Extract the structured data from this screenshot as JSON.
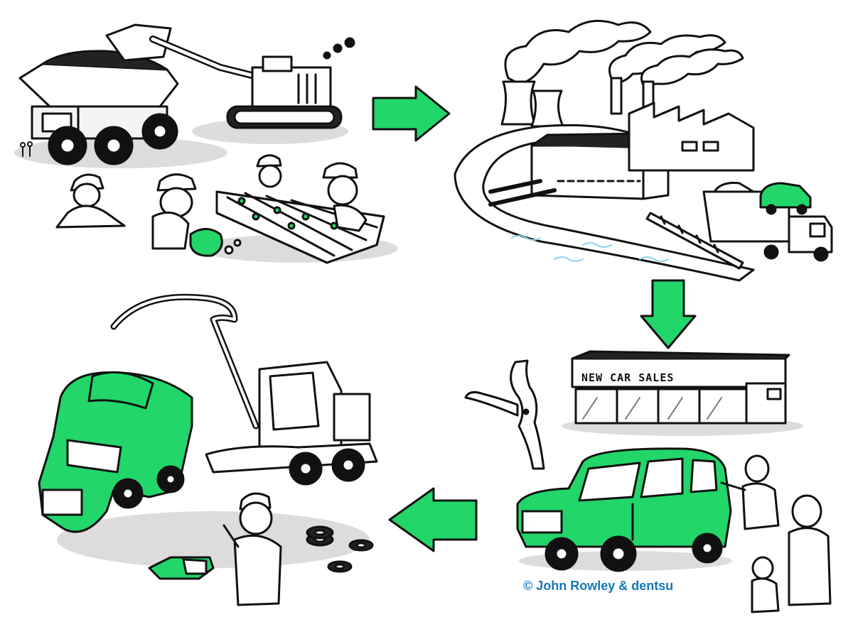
{
  "illustration": {
    "sign_text": "NEW CAR SALES",
    "credit": "© John Rowley & dentsu",
    "panels": [
      "mining",
      "factory",
      "dealership",
      "scrapyard"
    ],
    "arrows": [
      "arrow-right",
      "arrow-down",
      "arrow-left"
    ]
  },
  "colors": {
    "accent_green": "#22d66a",
    "ink": "#111111",
    "shadow_gray": "#d9d9d9",
    "light_gray": "#ececec",
    "credit_blue": "#1479b8",
    "paper": "#ffffff"
  }
}
